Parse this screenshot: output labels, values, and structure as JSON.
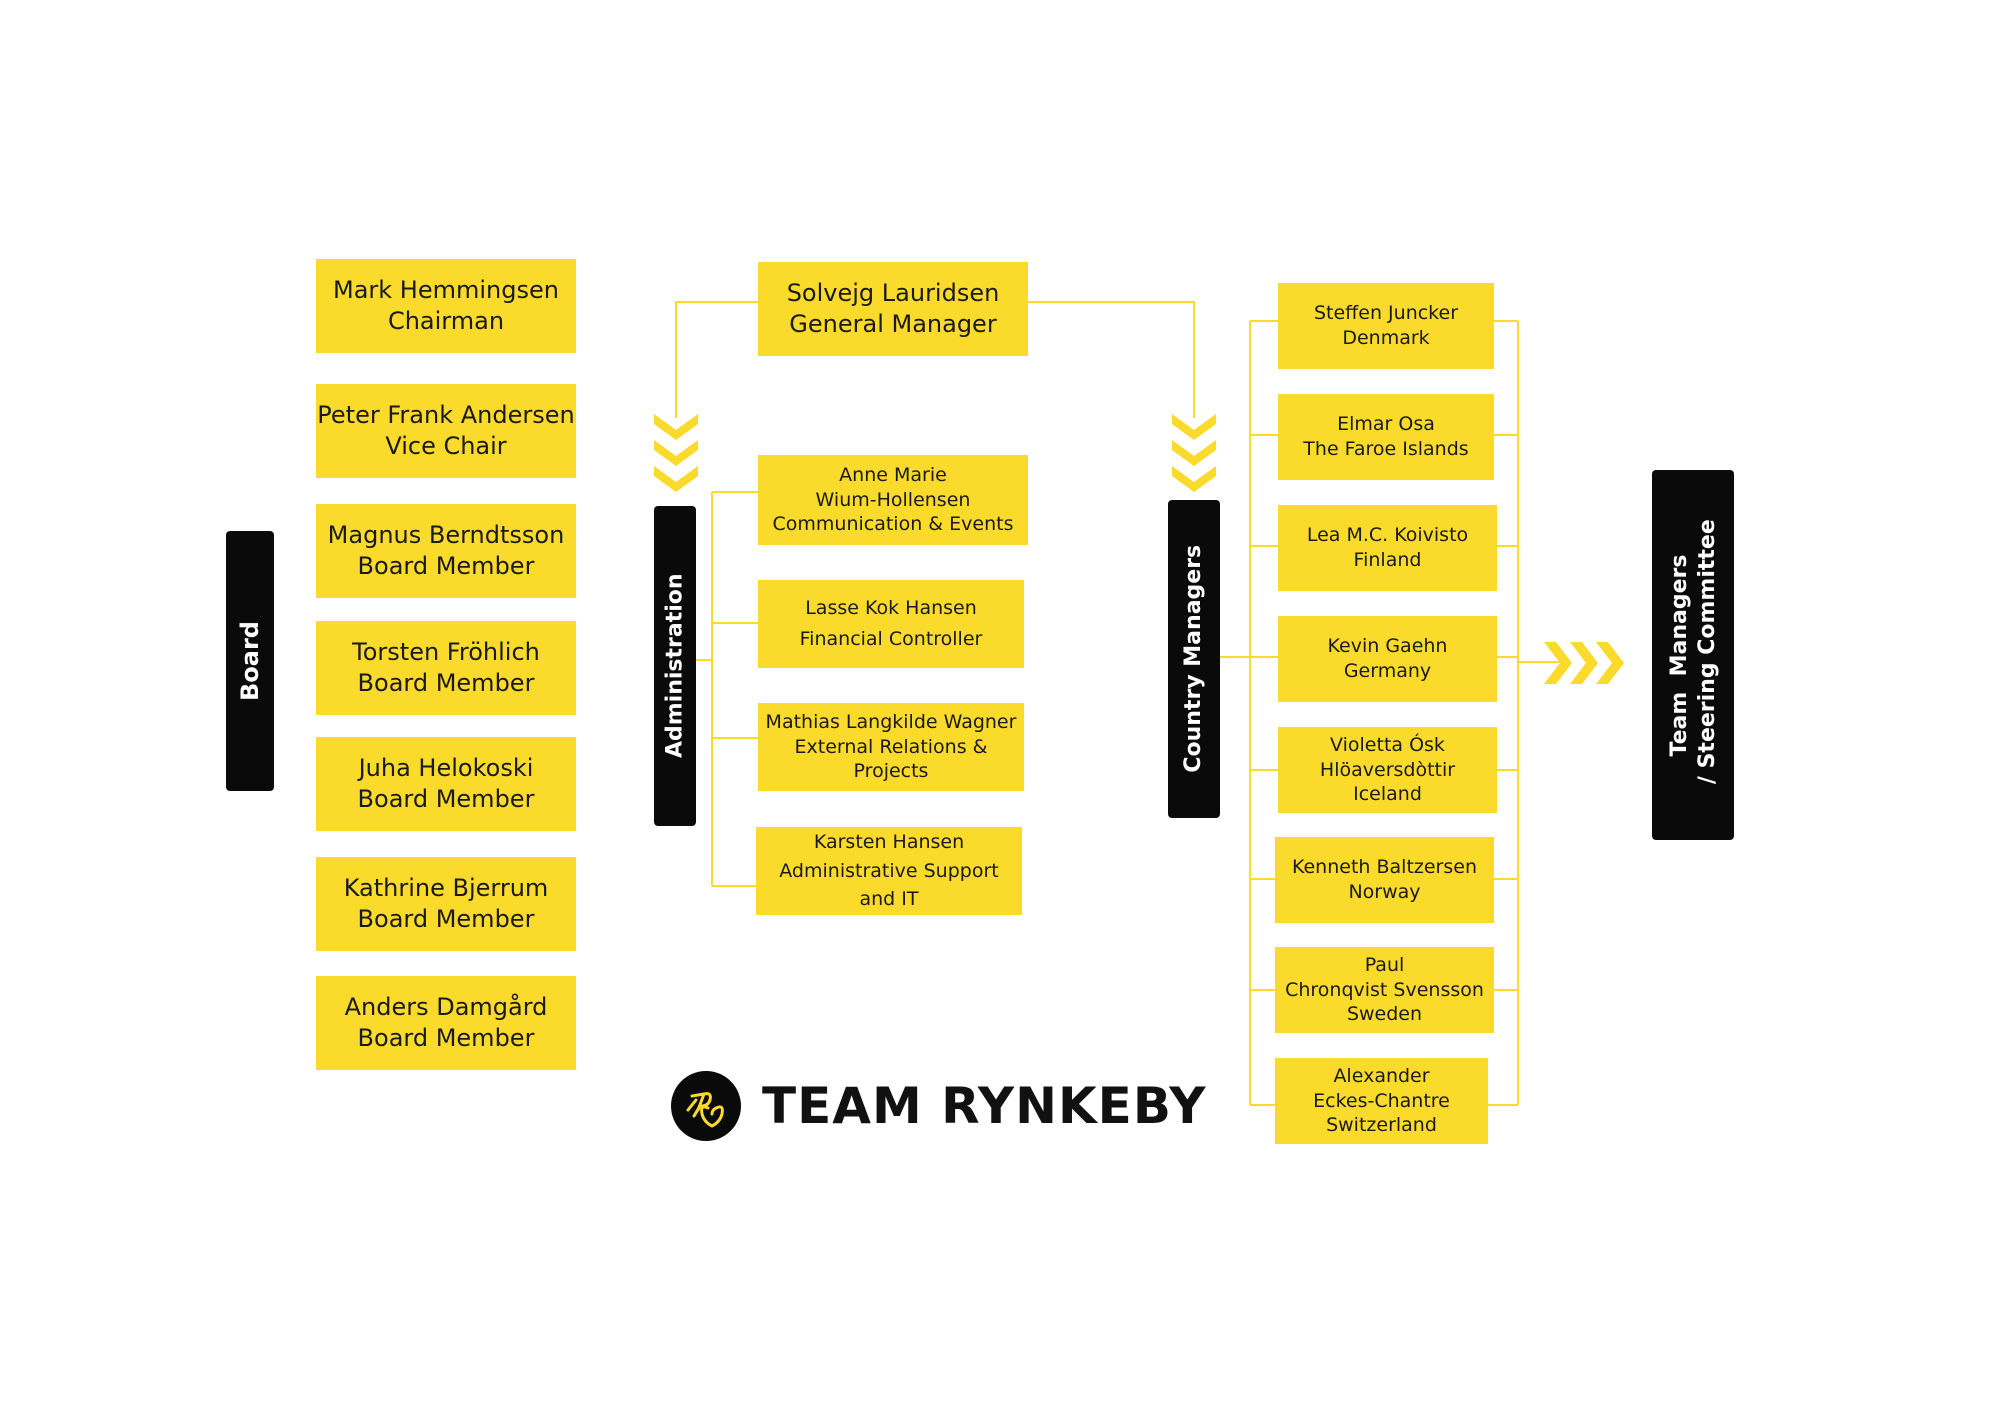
{
  "colors": {
    "box": "#fada2a",
    "bar": "#0a0a0a",
    "line": "#fada2a",
    "text": "#1a1a1a"
  },
  "board": {
    "label": "Board",
    "members": [
      {
        "name": "Mark Hemmingsen",
        "role": "Chairman"
      },
      {
        "name": "Peter Frank Andersen",
        "role": "Vice Chair"
      },
      {
        "name": "Magnus Berndtsson",
        "role": "Board Member"
      },
      {
        "name": "Torsten Fröhlich",
        "role": "Board Member"
      },
      {
        "name": "Juha Helokoski",
        "role": "Board Member"
      },
      {
        "name": "Kathrine Bjerrum",
        "role": "Board Member"
      },
      {
        "name": "Anders Damgård",
        "role": "Board Member"
      }
    ]
  },
  "general_manager": {
    "name": "Solvejg Lauridsen",
    "role": "General Manager"
  },
  "administration": {
    "label": "Administration",
    "members": [
      {
        "lines": [
          "Anne Marie",
          "Wium-Hollensen",
          "Communication & Events"
        ]
      },
      {
        "lines": [
          "Lasse Kok Hansen",
          "Financial Controller"
        ]
      },
      {
        "lines": [
          "Mathias Langkilde Wagner",
          "External Relations &",
          "Projects"
        ]
      },
      {
        "lines": [
          "Karsten Hansen",
          "Administrative Support",
          "and IT"
        ]
      }
    ]
  },
  "country_managers": {
    "label": "Country Managers",
    "members": [
      {
        "lines": [
          "Steffen Juncker",
          "Denmark"
        ]
      },
      {
        "lines": [
          "Elmar Osa",
          "The Faroe Islands"
        ]
      },
      {
        "lines": [
          "Lea M.C. Koivisto",
          "Finland"
        ]
      },
      {
        "lines": [
          "Kevin Gaehn",
          "Germany"
        ]
      },
      {
        "lines": [
          "Violetta Ósk",
          "Hlöaversdòttir",
          "Iceland"
        ]
      },
      {
        "lines": [
          "Kenneth Baltzersen",
          "Norway"
        ]
      },
      {
        "lines": [
          "Paul",
          "Chronqvist Svensson",
          "Sweden"
        ]
      },
      {
        "lines": [
          "Alexander",
          "Eckes-Chantre",
          "Switzerland"
        ]
      }
    ]
  },
  "team_managers": {
    "lines": [
      "Team  Managers",
      " / Steering Committee"
    ]
  },
  "logo": {
    "text": "TEAM RYNKEBY",
    "icon": "cyclist-heart-icon"
  }
}
